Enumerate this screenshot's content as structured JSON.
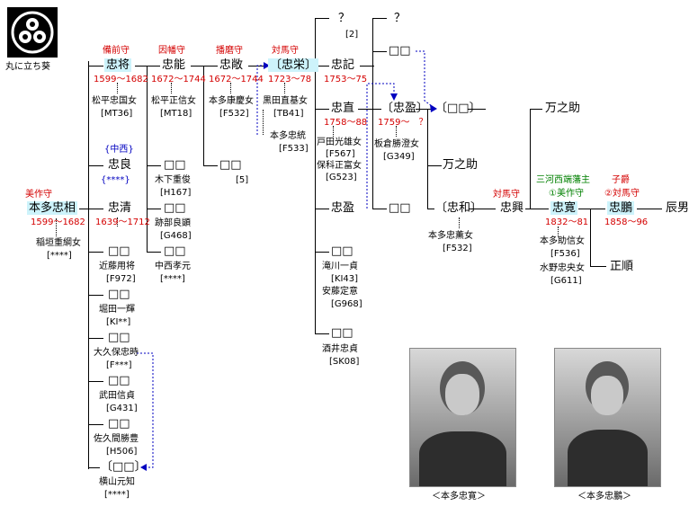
{
  "crest": {
    "caption": "丸に立ち葵",
    "icon": "aoi-crest-icon"
  },
  "people": {
    "tadasuke": {
      "name": "本多忠相",
      "title": "美作守",
      "years": "1599～1682",
      "wife": "稲垣重綱女",
      "wife_code": "[****]"
    },
    "tadamasa": {
      "name": "忠将",
      "title": "備前守",
      "years": "1599～1682",
      "wife": "松平忠国女",
      "wife_code": "[MT36]"
    },
    "tadayoshi": {
      "name": "忠良",
      "note": "{中西}",
      "wife_code": "{****}"
    },
    "tadakiyo": {
      "name": "忠清",
      "years": "1639～1712"
    },
    "d1": {
      "name": "□□",
      "spouse": "近藤用将",
      "code": "[F972]"
    },
    "d2": {
      "name": "□□",
      "spouse": "堀田一輝",
      "code": "[KI**]"
    },
    "d3": {
      "name": "□□",
      "spouse": "大久保忠時",
      "code": "[F***]"
    },
    "d4": {
      "name": "□□",
      "spouse": "武田信貞",
      "code": "[G431]"
    },
    "d5": {
      "name": "□□",
      "spouse": "佐久間勝豊",
      "code": "[H506]"
    },
    "d6": {
      "name": "〔□□〕",
      "spouse": "横山元知",
      "code": "[****]"
    },
    "tadayoshi2": {
      "name": "忠能",
      "title": "因幡守",
      "years": "1672～1744",
      "wife": "松平正信女",
      "wife_code": "[MT18]"
    },
    "e1": {
      "name": "□□",
      "spouse": "木下重俊",
      "code": "[H167]"
    },
    "e2": {
      "name": "□□",
      "spouse": "跡部良顕",
      "code": "[G468]"
    },
    "e3": {
      "name": "□□",
      "spouse": "中西孝元",
      "code": "[****]"
    },
    "tadataka": {
      "name": "忠敞",
      "title": "播磨守",
      "years": "1672～1744",
      "wife": "本多康慶女",
      "wife_code": "[F532]"
    },
    "f1": {
      "name": "□□",
      "code": "[5]"
    },
    "tadataka2": {
      "name": "〔忠栄〕",
      "title": "対馬守",
      "years": "1723～78",
      "wife": "黒田直基女",
      "wife_code": "[TB41]",
      "wife2": "本多忠統",
      "wife2_code": "[F533]"
    },
    "q1": {
      "name": "？",
      "code": "[2]"
    },
    "tadanori": {
      "name": "忠記",
      "years": "1753～75"
    },
    "tadanao": {
      "name": "忠直",
      "years": "1758～88",
      "wife": "戸田光雄女",
      "wife_code": "[F567]",
      "wife2": "保科正富女",
      "wife2_code": "[G523]"
    },
    "tadamitsu": {
      "name": "忠盈"
    },
    "g1": {
      "name": "□□",
      "spouse": "滝川一貞",
      "code": "[KI43]"
    },
    "g2": {
      "name": "□□",
      "spouse": "安藤定意",
      "code": "[G968]"
    },
    "g3": {
      "name": "□□",
      "spouse": "酒井忠貞",
      "code": "[SK08]"
    },
    "q2": {
      "name": "？"
    },
    "h1": {
      "name": "□□"
    },
    "tadamitsu2": {
      "name": "〔忠盈〕",
      "years": "1759～　？",
      "wife": "板倉勝澄女",
      "wife_code": "[G349]"
    },
    "h2": {
      "name": "□□"
    },
    "i1": {
      "name": "〔□□〕"
    },
    "mannosuke1": {
      "name": "万之助"
    },
    "tadakazu": {
      "name": "〔忠和〕",
      "wife": "本多忠薫女",
      "wife_code": "[F532]"
    },
    "mannosuke2": {
      "name": "万之助"
    },
    "tadaoki": {
      "name": "忠興",
      "title": "対馬守"
    },
    "tadahiro": {
      "name": "忠寛",
      "title": "三河西端藩主",
      "title2": "①美作守",
      "years": "1832～81",
      "wife": "本多助信女",
      "wife_code": "[F536]",
      "wife2": "水野忠央女",
      "wife2_code": "[G611]"
    },
    "tadataka3": {
      "name": "忠鵬",
      "title": "子爵",
      "title2": "②対馬守",
      "years": "1858～96"
    },
    "tatsuo": {
      "name": "辰男"
    },
    "masanori": {
      "name": "正順"
    }
  },
  "photos": {
    "left_caption": "＜本多忠寛＞",
    "right_caption": "＜本多忠鵬＞"
  },
  "colors": {
    "title_red": "#d40000",
    "title_green": "#008000",
    "highlight": "#cdf3fb",
    "link_blue": "#0000c0"
  }
}
